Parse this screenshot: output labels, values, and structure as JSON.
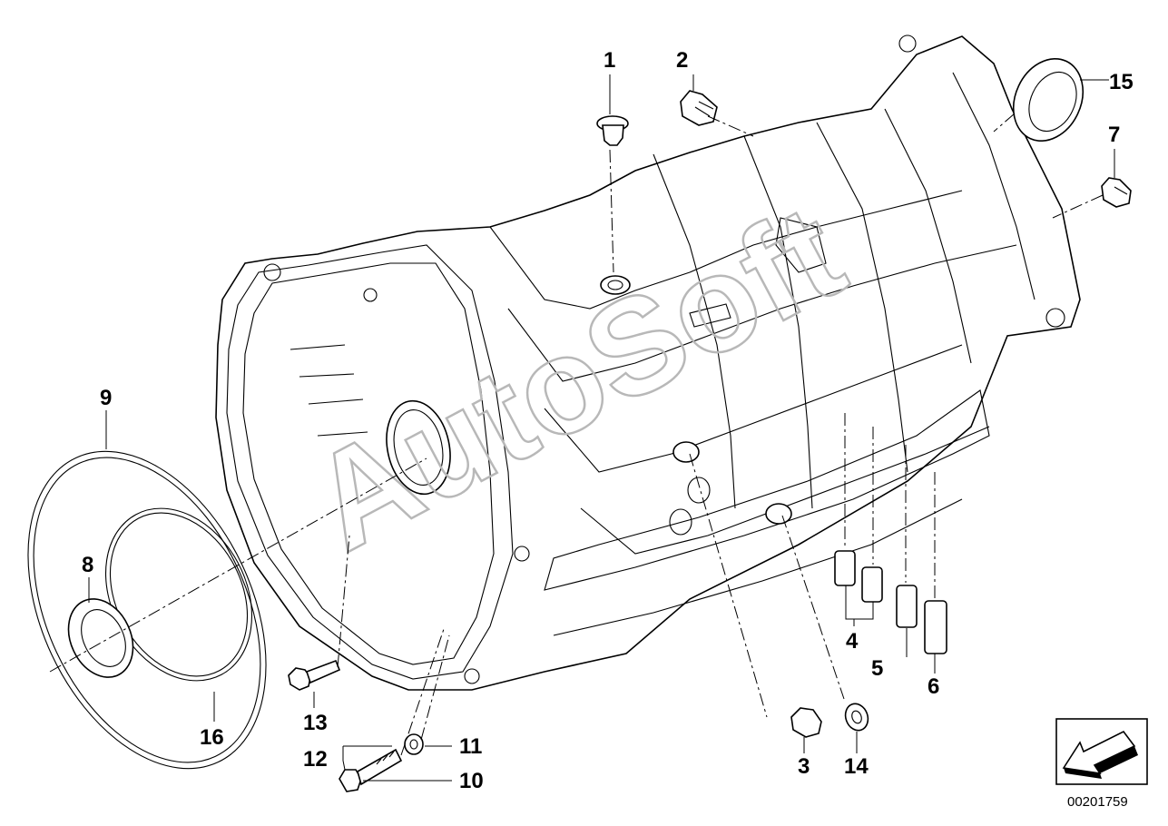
{
  "watermark_text": "AutoSoft",
  "ref_code": "00201759",
  "callouts": {
    "p1": "1",
    "p2": "2",
    "p3": "3",
    "p4": "4",
    "p5": "5",
    "p6": "6",
    "p7": "7",
    "p8": "8",
    "p9": "9",
    "p10": "10",
    "p11": "11",
    "p12": "12",
    "p13": "13",
    "p14": "14",
    "p15": "15",
    "p16": "16"
  }
}
